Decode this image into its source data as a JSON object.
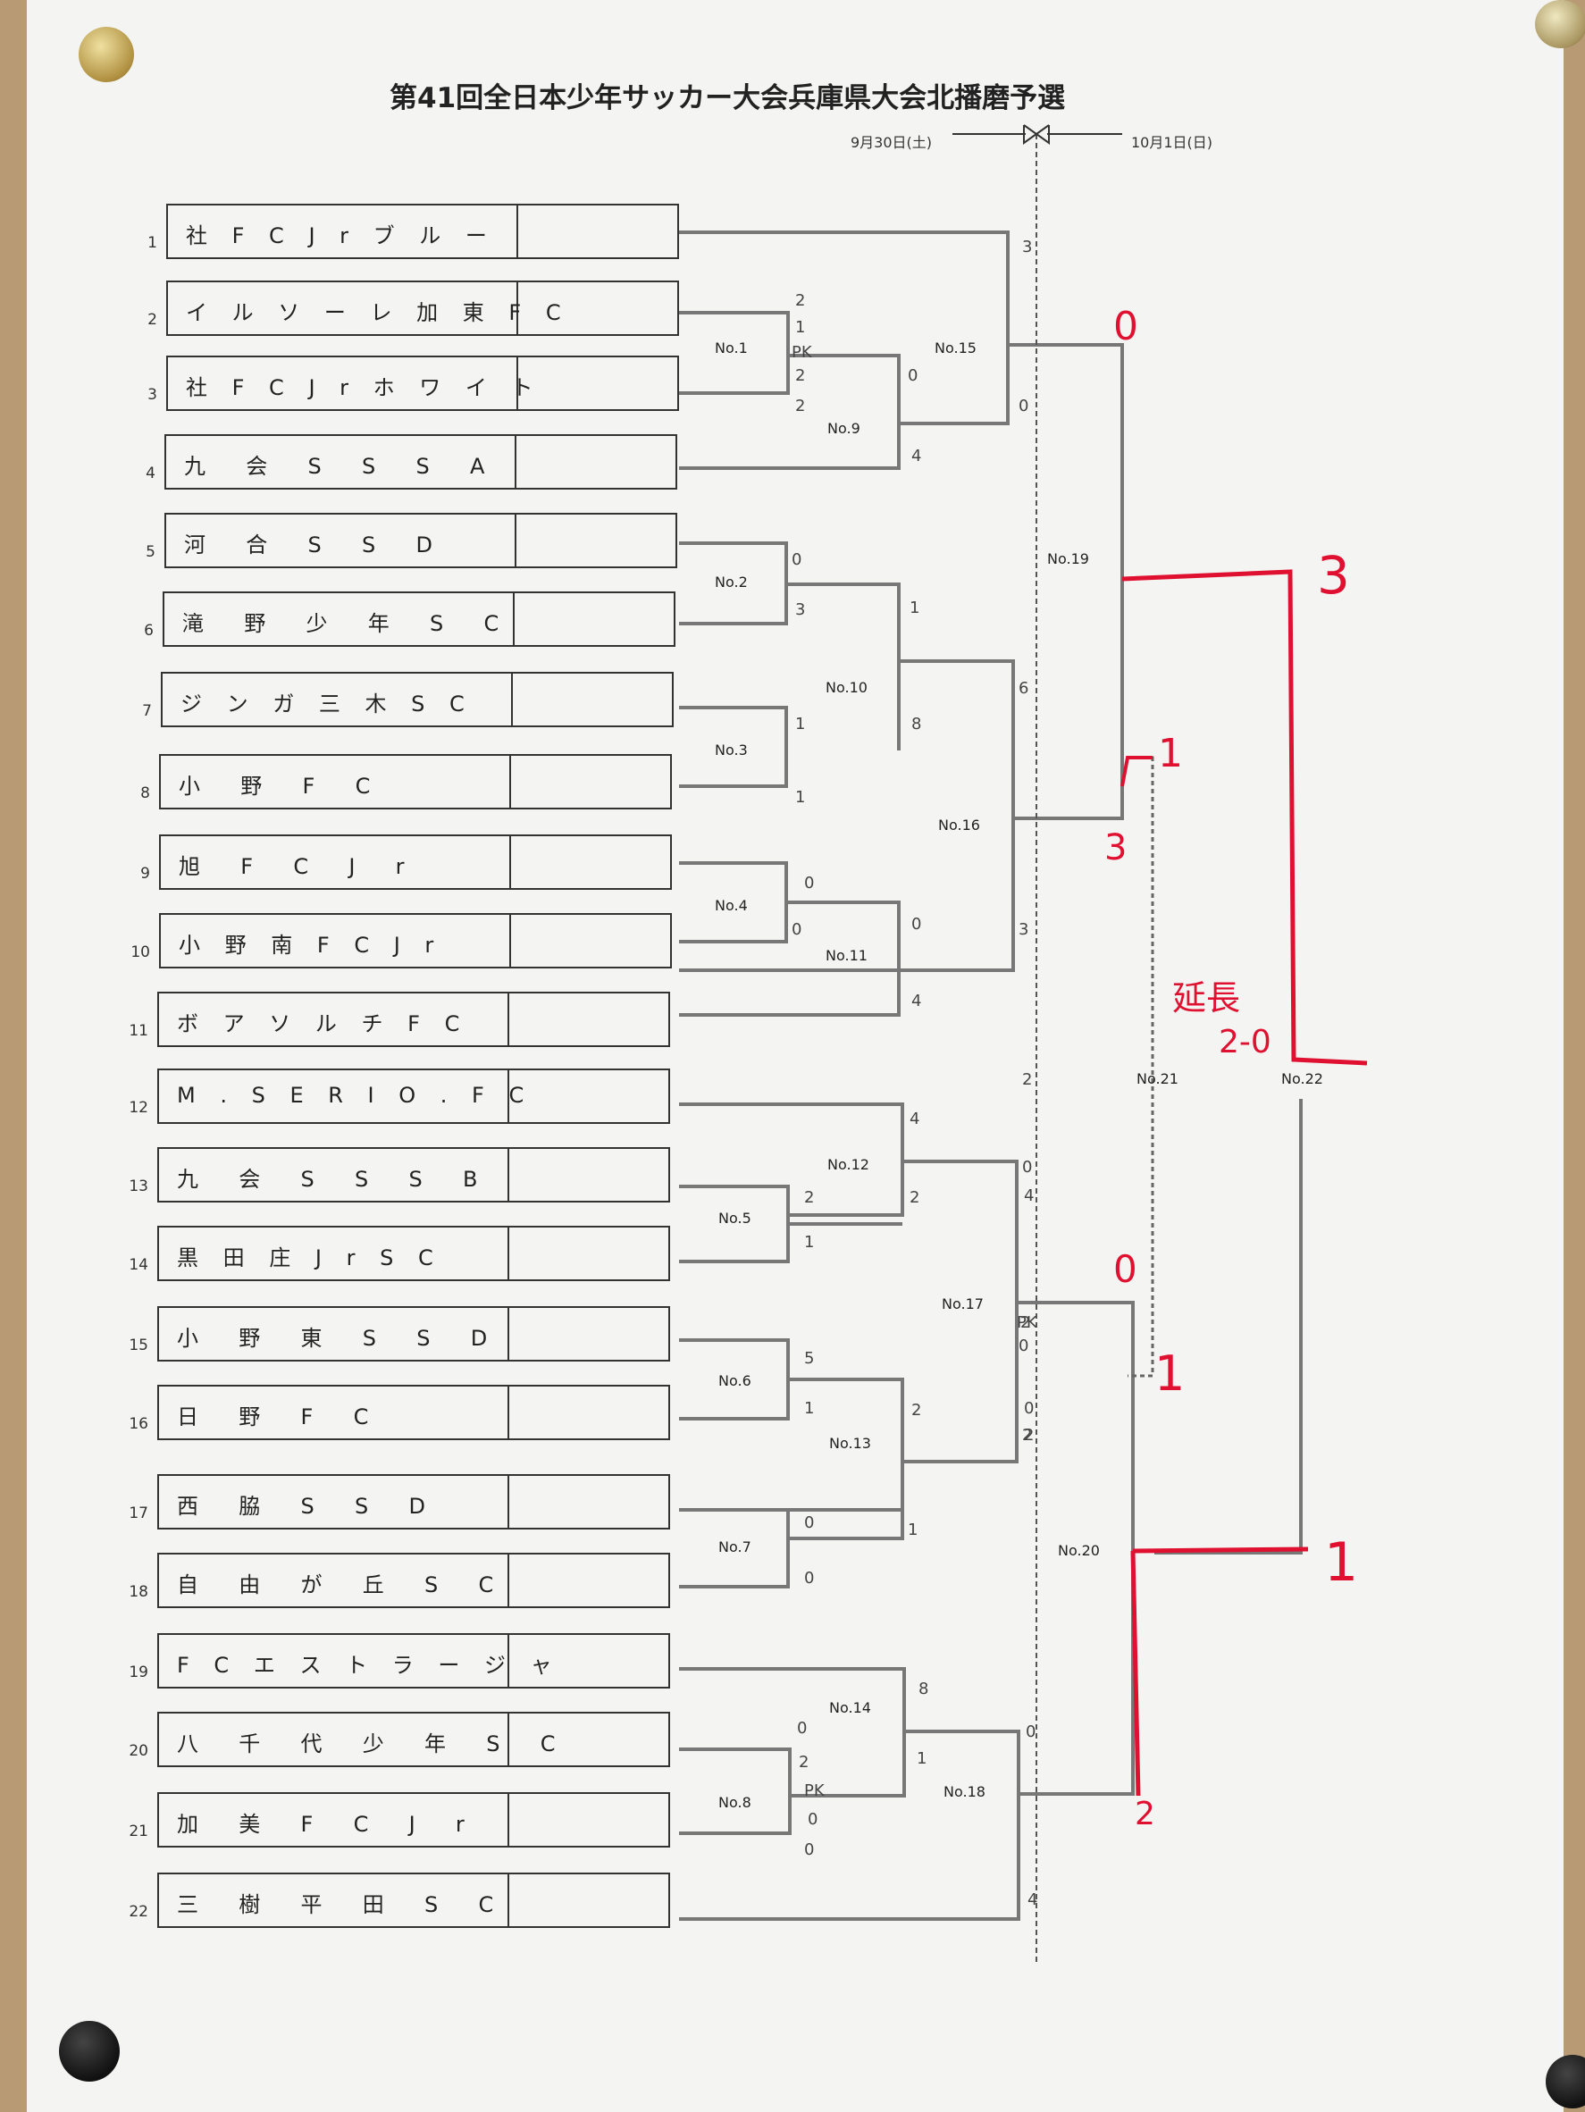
{
  "title": "第41回全日本少年サッカー大会兵庫県大会北播磨予選",
  "dates": {
    "day1": "9月30日(土)",
    "day2": "10月1日(日)"
  },
  "teams": [
    {
      "num": "1",
      "name": "社 F C J r ブ ル ー"
    },
    {
      "num": "2",
      "name": "イ ル ソ ー レ 加 東 F C"
    },
    {
      "num": "3",
      "name": "社 F C J r ホ ワ イ ト"
    },
    {
      "num": "4",
      "name": "九  会  S  S  S  A"
    },
    {
      "num": "5",
      "name": "河  合  S  S  D"
    },
    {
      "num": "6",
      "name": "滝  野  少  年  S  C"
    },
    {
      "num": "7",
      "name": "ジ ン ガ 三 木 S C"
    },
    {
      "num": "8",
      "name": "小  野  F  C"
    },
    {
      "num": "9",
      "name": "旭  F  C  J  r"
    },
    {
      "num": "10",
      "name": "小 野 南 F C J r"
    },
    {
      "num": "11",
      "name": "ボ ア ソ ル チ F C"
    },
    {
      "num": "12",
      "name": "M . S E R I O . F C"
    },
    {
      "num": "13",
      "name": "九  会  S  S  S  B"
    },
    {
      "num": "14",
      "name": "黒 田 庄 J r S C"
    },
    {
      "num": "15",
      "name": "小  野  東  S  S  D"
    },
    {
      "num": "16",
      "name": "日  野  F  C"
    },
    {
      "num": "17",
      "name": "西  脇  S  S  D"
    },
    {
      "num": "18",
      "name": "自  由  が  丘  S  C"
    },
    {
      "num": "19",
      "name": "F C エ ス ト ラ ー ジ ャ"
    },
    {
      "num": "20",
      "name": "八  千  代  少  年  S  C"
    },
    {
      "num": "21",
      "name": "加  美  F  C  J  r"
    },
    {
      "num": "22",
      "name": "三  樹  平  田  S  C"
    }
  ],
  "matches": [
    "No.1",
    "No.2",
    "No.3",
    "No.4",
    "No.5",
    "No.6",
    "No.7",
    "No.8",
    "No.9",
    "No.10",
    "No.11",
    "No.12",
    "No.13",
    "No.14",
    "No.15",
    "No.16",
    "No.17",
    "No.18",
    "No.19",
    "No.20",
    "No.21",
    "No.22"
  ],
  "scores": [
    "3",
    "2",
    "1",
    "PK",
    "2",
    "2",
    "0",
    "4",
    "0",
    "0",
    "3",
    "1",
    "1",
    "8",
    "6",
    "1",
    "0",
    "3",
    "0",
    "0",
    "4",
    "2",
    "4",
    "0",
    "2",
    "4",
    "1",
    "2",
    "0",
    "5",
    "1",
    "2",
    "2",
    "0",
    "1",
    "0",
    "2",
    "8",
    "0",
    "2",
    "PK",
    "1",
    "0",
    "0",
    "0",
    "4",
    "0",
    "2",
    "PK"
  ],
  "handwritten": [
    "0",
    "3",
    "1",
    "3",
    "延長",
    "2-0",
    "0",
    "1",
    "1",
    "2"
  ],
  "colors": {
    "paper": "#f4f4f2",
    "ink": "#333333",
    "bracket": "#777777",
    "red": "#e01030"
  }
}
